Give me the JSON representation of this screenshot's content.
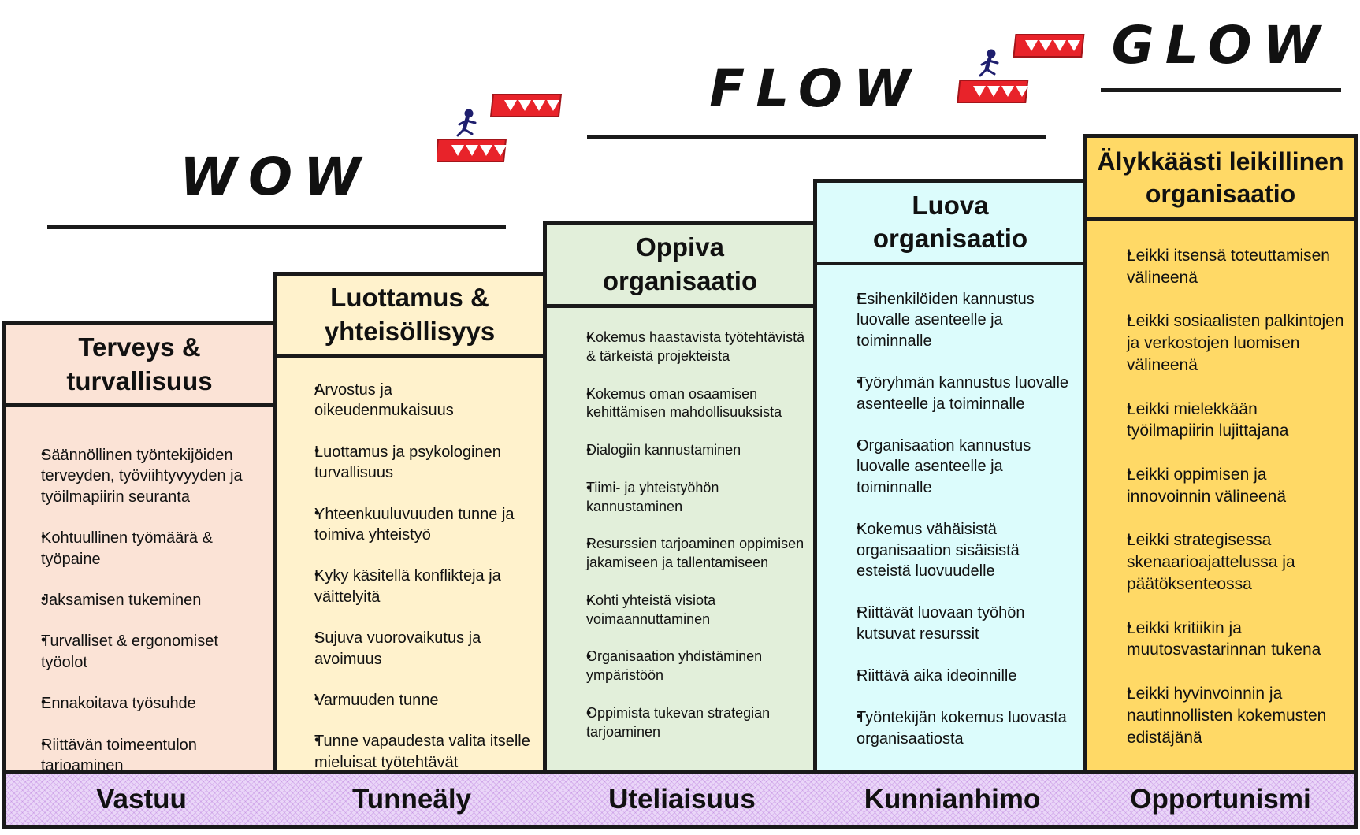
{
  "levels": {
    "wow": "WOW",
    "flow": "FLOW",
    "glow": "GLOW"
  },
  "columns": [
    {
      "title_line1": "Terveys &",
      "title_line2": "turvallisuus",
      "bg": "#fbe3d6",
      "items": [
        "Säännöllinen työntekijöiden terveyden, työviihtyvyyden ja työilmapiirin seuranta",
        "Kohtuullinen työmäärä & työpaine",
        "Jaksamisen tukeminen",
        "Turvalliset & ergonomiset työolot",
        "Ennakoitava työsuhde",
        "Riittävän toimeentulon tarjoaminen"
      ]
    },
    {
      "title_line1": "Luottamus &",
      "title_line2": "yhteisöllisyys",
      "bg": "#fff2cc",
      "items": [
        "Arvostus ja oikeudenmukaisuus",
        "Luottamus ja psykologinen turvallisuus",
        "Yhteenkuuluvuuden tunne ja toimiva yhteistyö",
        "Kyky käsitellä konflikteja ja väittelyitä",
        "Sujuva vuorovaikutus ja avoimuus",
        "Varmuuden tunne",
        "Tunne vapaudesta valita itselle mieluisat työtehtävät"
      ]
    },
    {
      "title_line1": "Oppiva",
      "title_line2": "organisaatio",
      "bg": "#e2efda",
      "items": [
        "Kokemus haastavista työtehtävistä & tärkeistä projekteista",
        "Kokemus oman osaamisen kehittämisen mahdollisuuksista",
        "Dialogiin kannustaminen",
        "Tiimi- ja yhteistyöhön kannustaminen",
        "Resurssien tarjoaminen oppimisen jakamiseen ja tallentamiseen",
        "Kohti yhteistä visiota voimaannuttaminen",
        "Organisaation yhdistäminen ympäristöön",
        "Oppimista tukevan strategian tarjoaminen"
      ]
    },
    {
      "title_line1": "Luova",
      "title_line2": "organisaatio",
      "bg": "#dcfcfc",
      "items": [
        "Esihenkilöiden kannustus luovalle asenteelle ja toiminnalle",
        "Työryhmän kannustus luovalle asenteelle ja toiminnalle",
        "Organisaation kannustus luovalle asenteelle ja toiminnalle",
        "Kokemus vähäisistä organisaation sisäisistä esteistä luovuudelle",
        "Riittävät luovaan työhön kutsuvat resurssit",
        "Riittävä aika ideoinnille",
        "Työntekijän kokemus luovasta organisaatiosta"
      ]
    },
    {
      "title_line1": "Älykkäästi leikillinen",
      "title_line2": "organisaatio",
      "bg": "#ffd966",
      "items": [
        "Leikki itsensä toteuttamisen välineenä",
        "Leikki sosiaalisten palkintojen ja verkostojen luomisen välineenä",
        "Leikki mielekkään työilmapiirin lujittajana",
        "Leikki oppimisen ja innovoinnin välineenä",
        "Leikki strategisessa skenaarioajattelussa ja päätöksenteossa",
        "Leikki kritiikin ja muutosvastarinnan tukena",
        "Leikki hyvinvoinnin ja nautinnollisten kokemusten edistäjänä"
      ]
    }
  ],
  "footer": [
    "Vastuu",
    "Tunneäly",
    "Uteliaisuus",
    "Kunnianhimo",
    "Opportunismi"
  ],
  "colors": {
    "hurdle": "#e8232a",
    "runner": "#1f1f6e",
    "footer_bg": "#ead6f8",
    "border": "#1a1a1a"
  },
  "icons": [
    "runner-icon",
    "hurdle-icon"
  ]
}
